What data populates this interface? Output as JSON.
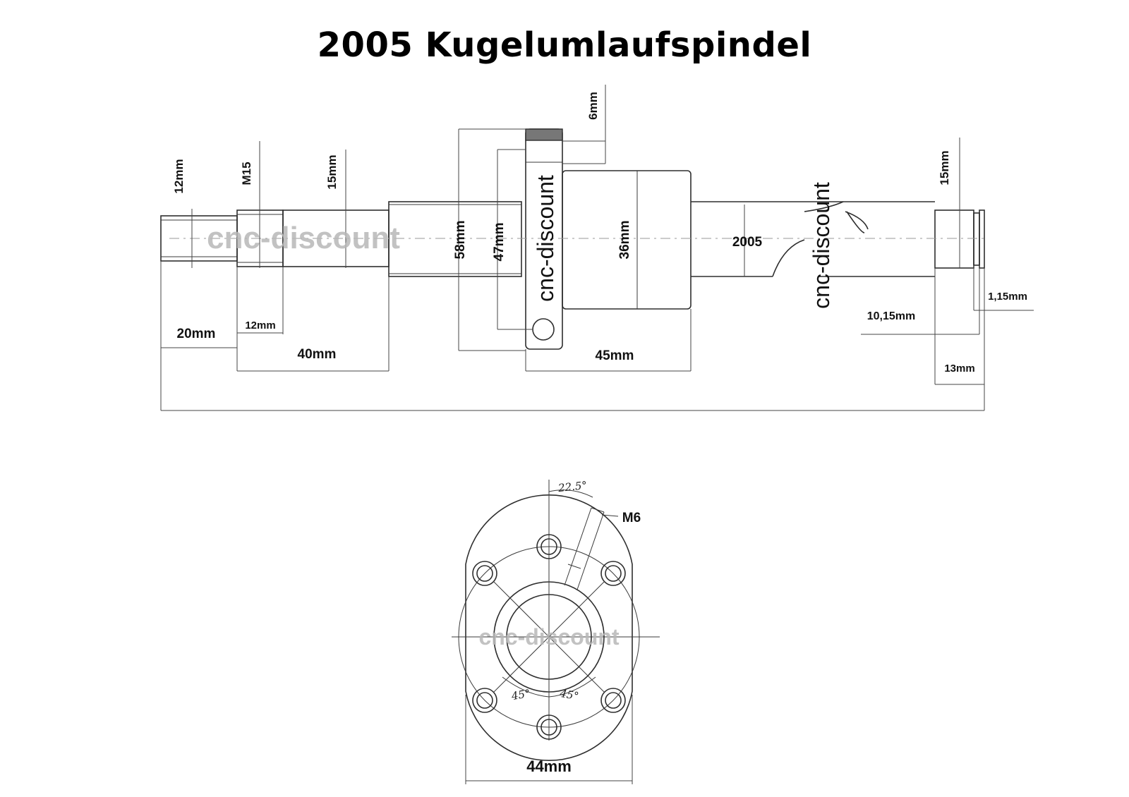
{
  "title": "2005 Kugelumlaufspindel",
  "watermark": "cnc-discount",
  "side_view": {
    "dims": {
      "d12": "12mm",
      "m15": "M15",
      "d15_left": "15mm",
      "l20": "20mm",
      "l12": "12mm",
      "l40": "40mm",
      "d58": "58mm",
      "d47": "47mm",
      "t6": "6mm",
      "d36": "36mm",
      "l45": "45mm",
      "spindle": "2005",
      "d15_right": "15mm",
      "l1015": "10,15mm",
      "g115": "1,15mm",
      "l13": "13mm"
    }
  },
  "front_view": {
    "angle_top": "22.5°",
    "thread": "M6",
    "angle_left": "45°",
    "angle_right": "45°",
    "width": "44mm"
  }
}
